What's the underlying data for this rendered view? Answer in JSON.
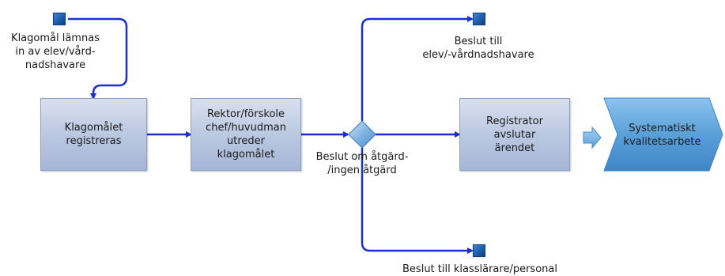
{
  "start": {
    "label": "Klagomål lämnas\nin av elev/vård-\nnadshavare"
  },
  "steps": {
    "register": "Klagomålet\nregistreras",
    "investigate": "Rektor/förskole\nchef/huvudman\nutreder\nklagomålet",
    "close": "Registrator\navslutar\närendet",
    "quality": "Systematiskt\nkvalitetsarbete"
  },
  "decision": {
    "label": "Beslut om åtgärd-\n/ingen åtgärd"
  },
  "outcomes": {
    "guardian": "Beslut till\nelev/-vårdnadshavare",
    "staff": "Beslut till klasslärare/personal"
  },
  "colors": {
    "arrow": "#1a2fd6",
    "box_top": "#d9e0ef",
    "box_bottom": "#a5b6d6",
    "terminal": "#1a5aa8",
    "decision": "#6fa8dc",
    "final": "#5aa0d8"
  }
}
